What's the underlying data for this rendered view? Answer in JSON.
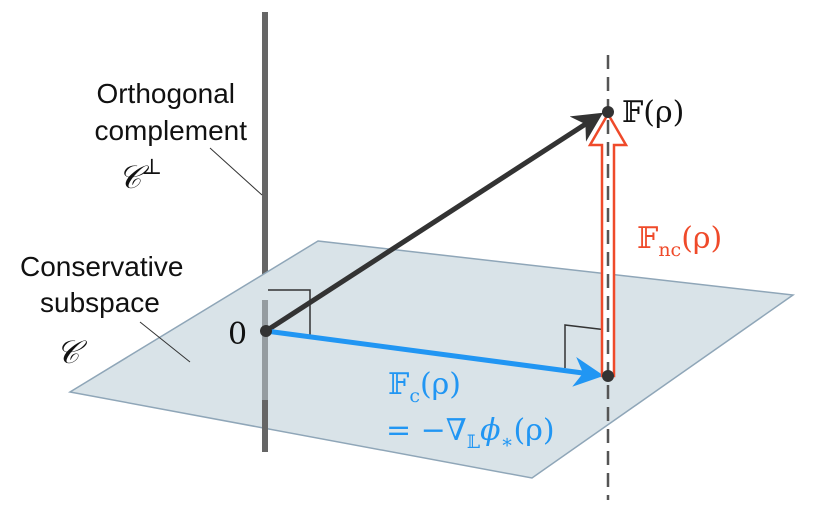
{
  "labels": {
    "orthogonal_line1": "Orthogonal",
    "orthogonal_line2": "complement",
    "orthogonal_symbol": "𝒞",
    "orthogonal_superscript": "⊥",
    "conservative_line1": "Conservative",
    "conservative_line2": "subspace",
    "conservative_symbol": "𝒞",
    "origin": "0",
    "F_rho": "𝔽(ρ)",
    "F_nc": "𝔽",
    "F_nc_sub": "nc",
    "F_nc_arg": "(ρ)",
    "F_c": "𝔽",
    "F_c_sub": "c",
    "F_c_arg": "(ρ)",
    "grad_expr_prefix": "= −∇",
    "grad_sub": "𝕃",
    "grad_phi": "ϕ",
    "grad_star": "∗",
    "grad_arg": "(ρ)"
  },
  "colors": {
    "plane_fill": "#d9e3e8",
    "plane_stroke": "#8fa6b8",
    "axis": "#666666",
    "black_arrow": "#333333",
    "blue_arrow": "#2196f3",
    "red_arrow": "#ef4a2a",
    "blue_text": "#2196f3",
    "red_text": "#ef4a2a"
  }
}
